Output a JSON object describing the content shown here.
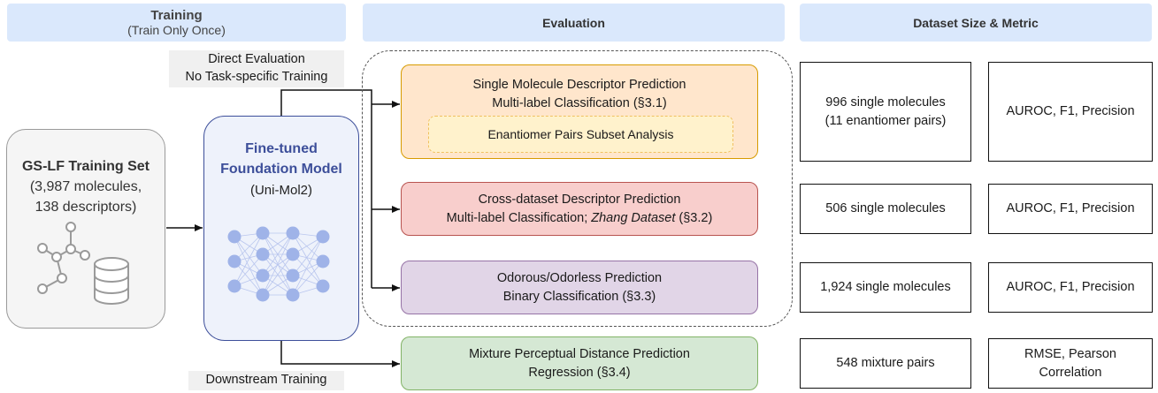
{
  "headers": {
    "training_title": "Training",
    "training_subtitle": "(Train Only Once)",
    "evaluation": "Evaluation",
    "dataset": "Dataset Size & Metric"
  },
  "notes": {
    "direct_line1": "Direct Evaluation",
    "direct_line2": "No Task-specific Training",
    "downstream": "Downstream Training"
  },
  "training_set": {
    "title": "GS-LF Training Set",
    "line1": "(3,987 molecules,",
    "line2": "138 descriptors)"
  },
  "model": {
    "title_line1": "Fine-tuned",
    "title_line2": "Foundation Model",
    "subtitle": "(Uni-Mol2)"
  },
  "tasks": [
    {
      "line1": "Single Molecule Descriptor Prediction",
      "line2": "Multi-label Classification (§3.1)",
      "subtask": "Enantiomer Pairs Subset Analysis"
    },
    {
      "line1": "Cross-dataset Descriptor Prediction",
      "line2_a": "Multi-label Classification; ",
      "line2_b": "Zhang Dataset",
      "line2_c": " (§3.2)"
    },
    {
      "line1": "Odorous/Odorless Prediction",
      "line2": "Binary Classification (§3.3)"
    },
    {
      "line1": "Mixture Perceptual Distance Prediction",
      "line2": "Regression (§3.4)"
    }
  ],
  "datasets": [
    {
      "size_line1": "996 single molecules",
      "size_line2": "(11 enantiomer pairs)",
      "metric": "AUROC, F1, Precision"
    },
    {
      "size_line1": "506 single molecules",
      "metric": "AUROC, F1, Precision"
    },
    {
      "size_line1": "1,924 single molecules",
      "metric": "AUROC, F1, Precision"
    },
    {
      "size_line1": "548 mixture pairs",
      "metric_line1": "RMSE, Pearson",
      "metric_line2": "Correlation"
    }
  ],
  "colors": {
    "header_bg": "#dae8fc",
    "orange": "#ffe6cc",
    "red": "#f8cecc",
    "purple": "#e1d5e7",
    "green": "#d5e8d4",
    "model_border": "#3d4f9a",
    "network_node": "#9fb3e8"
  },
  "icons": [
    "molecule-graph-icon",
    "database-icon",
    "neural-network-icon"
  ]
}
